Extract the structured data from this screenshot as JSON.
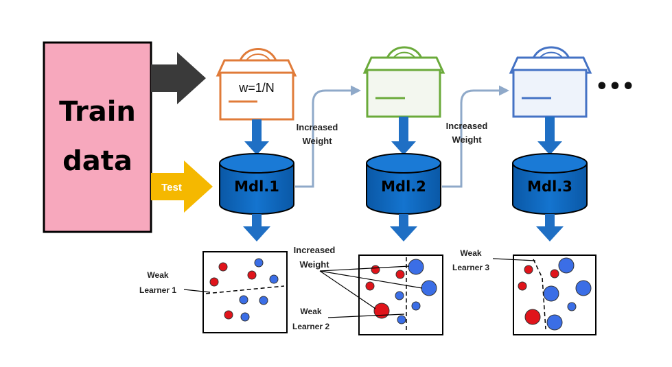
{
  "train_block": {
    "line1": "Train",
    "line2": "data"
  },
  "test_arrow": {
    "label": "Test"
  },
  "bags": [
    {
      "text": "w=1/N",
      "color": "#e07b39"
    },
    {
      "text": "",
      "color": "#6aaa3a"
    },
    {
      "text": "",
      "color": "#4472c4"
    }
  ],
  "models": [
    "Mdl.1",
    "Mdl.2",
    "Mdl.3"
  ],
  "increased_weight_1": {
    "line1": "Increased",
    "line2": "Weight"
  },
  "increased_weight_2": {
    "line1": "Increased",
    "line2": "Weight"
  },
  "increased_weight_3": {
    "line1": "Increased",
    "line2": "Weight"
  },
  "weak_learner_1": {
    "line1": "Weak",
    "line2": "Learner 1"
  },
  "weak_learner_2": {
    "line1": "Weak",
    "line2": "Learner 2"
  },
  "weak_learner_3": {
    "line1": "Weak",
    "line2": "Learner 3"
  },
  "ellipsis": "•••",
  "colors": {
    "train_fill": "#f7a8bd",
    "dark_arrow": "#3a3a3a",
    "test_arrow": "#f5b800",
    "model_fill": "#0b63b8",
    "flow_arrow": "#1f6fc4",
    "weight_arrow": "#8fa9c9",
    "red_point": "#e0141b",
    "blue_point": "#3b6ee6"
  }
}
